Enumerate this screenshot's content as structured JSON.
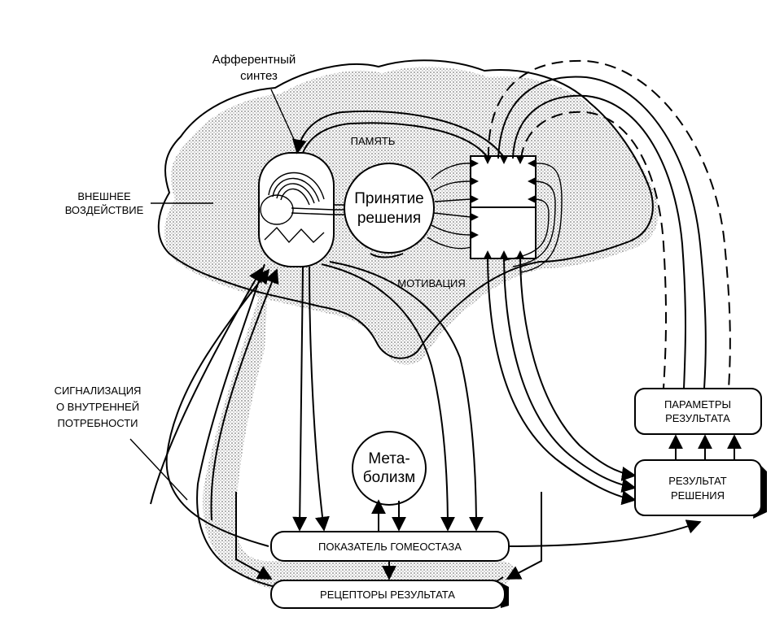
{
  "labels": {
    "afferent_synthesis_line1": "Афферентный",
    "afferent_synthesis_line2": "синтез",
    "memory": "ПАМЯТЬ",
    "motivation": "МОТИВАЦИЯ",
    "decision_line1": "Принятие",
    "decision_line2": "решения",
    "external_line1": "ВНЕШНЕЕ",
    "external_line2": "ВОЗДЕЙСТВИЕ",
    "signal_line1": "СИГНАЛИЗАЦИЯ",
    "signal_line2": "О ВНУТРЕННЕЙ",
    "signal_line3": "ПОТРЕБНОСТИ",
    "metabolism_line1": "Мета-",
    "metabolism_line2": "болизм",
    "result_params_line1": "ПАРАМЕТРЫ",
    "result_params_line2": "РЕЗУЛЬТАТА",
    "result_decision_line1": "РЕЗУЛЬТАТ",
    "result_decision_line2": "РЕШЕНИЯ",
    "homeostasis": "ПОКАЗАТЕЛЬ ГОМЕОСТАЗА",
    "receptors": "РЕЦЕПТОРЫ РЕЗУЛЬТАТА"
  },
  "colors": {
    "ink": "#000000",
    "paper": "#ffffff",
    "stipple": "#8a8a8a"
  }
}
